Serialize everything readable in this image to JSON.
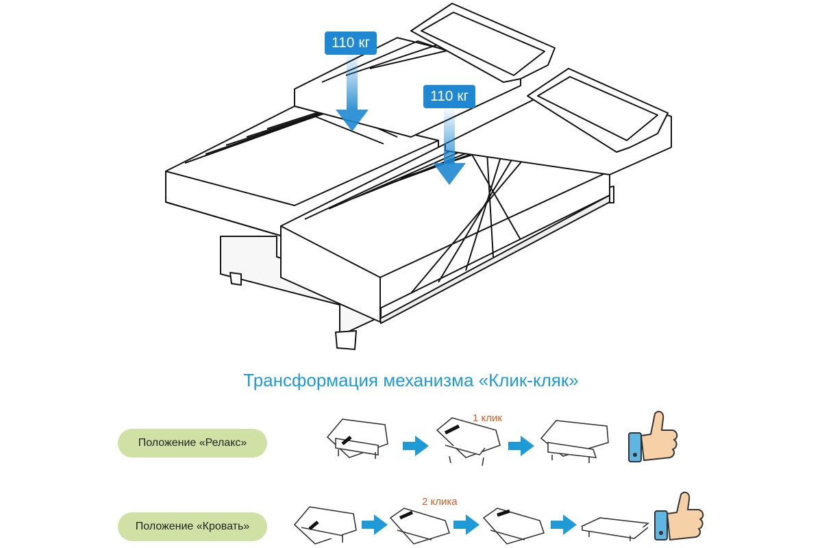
{
  "weights": {
    "upper": "110 кг",
    "lower": "110 кг"
  },
  "title": "Трансформация механизма «Клик-кляк»",
  "rows": [
    {
      "label": "Положение «Релакс»",
      "clicks": "1 клик"
    },
    {
      "label": "Положение «Кровать»",
      "clicks": "2 клика"
    }
  ],
  "icons": [
    "sofa-icon",
    "arrow-right-icon",
    "thumbs-up-icon",
    "down-arrow-icon"
  ],
  "colors": {
    "accent": "#1e88d2",
    "title": "#1e9ad6",
    "pill": "#cfe1a4",
    "clicks": "#e05a1e",
    "thumb_cuff": "#5fb6e0",
    "thumb_skin": "#f6d1a8"
  }
}
